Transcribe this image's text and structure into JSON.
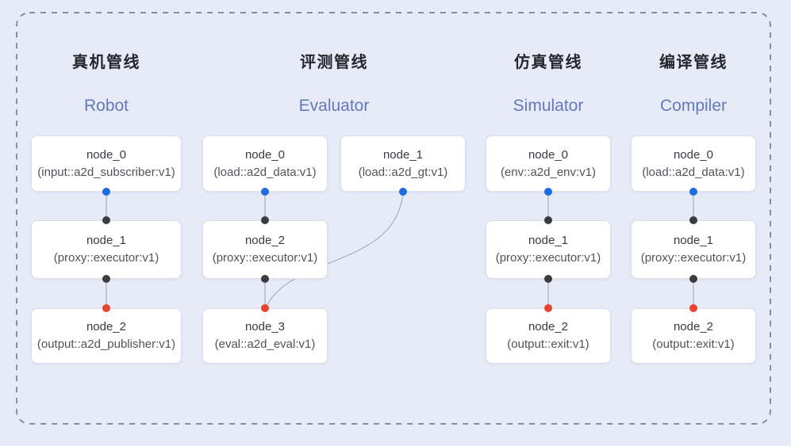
{
  "diagram": {
    "pipelines": [
      {
        "title_zh": "真机管线",
        "title_en": "Robot",
        "nodes": [
          {
            "name": "node_0",
            "type": "(input::a2d_subscriber:v1)"
          },
          {
            "name": "node_1",
            "type": "(proxy::executor:v1)"
          },
          {
            "name": "node_2",
            "type": "(output::a2d_publisher:v1)"
          }
        ],
        "edges": [
          [
            "node_0",
            "node_1"
          ],
          [
            "node_1",
            "node_2"
          ]
        ]
      },
      {
        "title_zh": "评测管线",
        "title_en": "Evaluator",
        "nodes": [
          {
            "name": "node_0",
            "type": "(load::a2d_data:v1)"
          },
          {
            "name": "node_1",
            "type": "(load::a2d_gt:v1)"
          },
          {
            "name": "node_2",
            "type": "(proxy::executor:v1)"
          },
          {
            "name": "node_3",
            "type": "(eval::a2d_eval:v1)"
          }
        ],
        "edges": [
          [
            "node_0",
            "node_2"
          ],
          [
            "node_1",
            "node_3"
          ],
          [
            "node_2",
            "node_3"
          ]
        ]
      },
      {
        "title_zh": "仿真管线",
        "title_en": "Simulator",
        "nodes": [
          {
            "name": "node_0",
            "type": "(env::a2d_env:v1)"
          },
          {
            "name": "node_1",
            "type": "(proxy::executor:v1)"
          },
          {
            "name": "node_2",
            "type": "(output::exit:v1)"
          }
        ],
        "edges": [
          [
            "node_0",
            "node_1"
          ],
          [
            "node_1",
            "node_2"
          ]
        ]
      },
      {
        "title_zh": "编译管线",
        "title_en": "Compiler",
        "nodes": [
          {
            "name": "node_0",
            "type": "(load::a2d_data:v1)"
          },
          {
            "name": "node_1",
            "type": "(proxy::executor:v1)"
          },
          {
            "name": "node_2",
            "type": "(output::exit:v1)"
          }
        ],
        "edges": [
          [
            "node_0",
            "node_1"
          ],
          [
            "node_1",
            "node_2"
          ]
        ]
      }
    ],
    "colors": {
      "background": "#e7ebf7",
      "frame_dash": "#878d99",
      "node_background": "#ffffff",
      "node_border": "#dcdfe8",
      "title_zh": "#26262c",
      "title_en": "#6478bb",
      "node_name": "#3a3a41",
      "node_type": "#52525a",
      "port_output_blue": "#1f6be0",
      "port_proxy_black": "#3b3b40",
      "port_input_red": "#e8432d",
      "edge_line": "#9aa3b6"
    }
  }
}
